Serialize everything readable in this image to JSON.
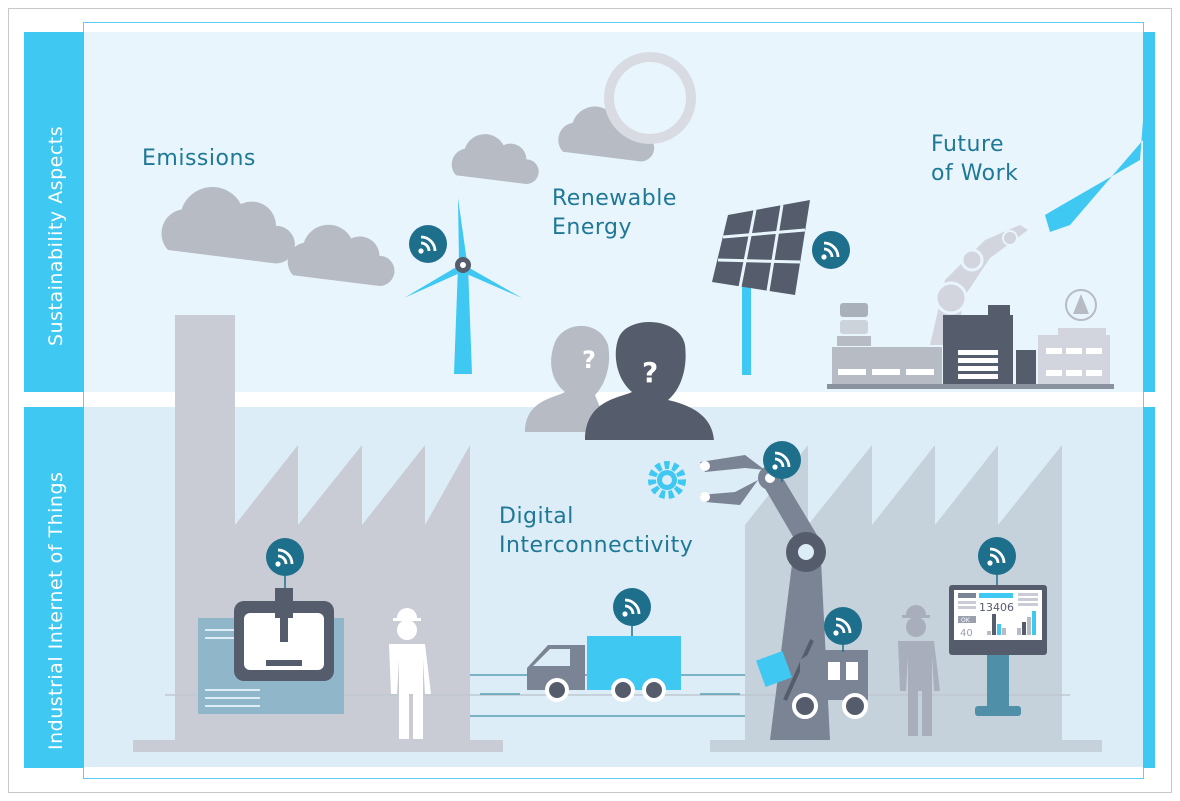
{
  "sections": {
    "top_tab": "Sustainability Aspects",
    "bottom_tab": "Industrial Internet of Things"
  },
  "labels": {
    "emissions": "Emissions",
    "renewable_1": "Renewable",
    "renewable_2": "Energy",
    "future_1": "Future",
    "future_2": "of Work",
    "digital_1": "Digital",
    "digital_2": "Interconnectivity"
  },
  "heads": {
    "q1": "?",
    "q2": "?"
  },
  "monitor": {
    "value": "13406",
    "status": "OK",
    "count": "40"
  },
  "colors": {
    "accent": "#3ec8f2",
    "text": "#1f7896",
    "wifi": "#1e6f8c",
    "gray": "#b7bbc4",
    "dark": "#555c6b",
    "panel_top": "#e8f5fd",
    "panel_bottom": "#dcedf7"
  }
}
